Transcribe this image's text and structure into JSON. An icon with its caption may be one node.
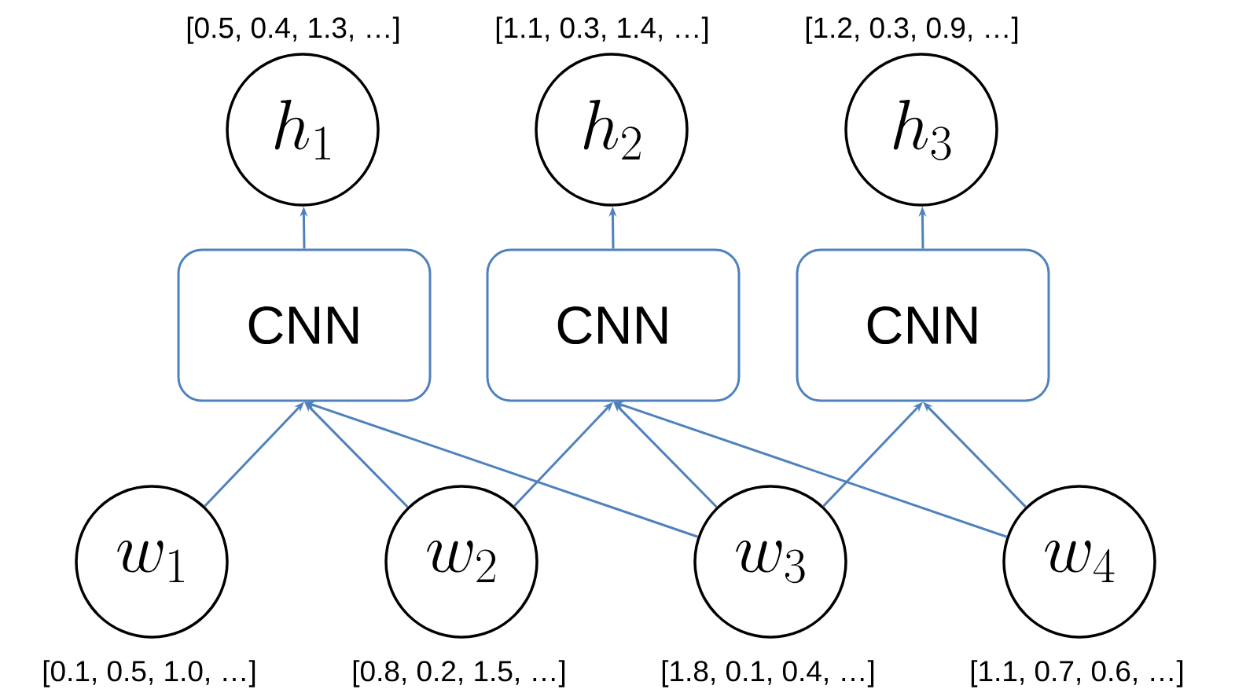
{
  "diagram": {
    "nodes": [
      {
        "text": [
          "h_1"
        ],
        "beside": [
          "[0.5, 0.4, 1.3, …]"
        ]
      },
      {
        "text": [
          "h_2"
        ],
        "beside": [
          "[1.1, 0.3, 1.4, …]"
        ]
      },
      {
        "text": [
          "h_3"
        ],
        "beside": [
          "[1.2, 0.3, 0.9, …]"
        ]
      },
      {
        "text": [
          "CNN"
        ]
      },
      {
        "text": [
          "CNN"
        ]
      },
      {
        "text": [
          "CNN"
        ]
      },
      {
        "text": [
          "w_1"
        ],
        "beside": [
          "[0.1, 0.5, 1.0, …]"
        ]
      },
      {
        "text": [
          "w_2"
        ],
        "beside": [
          "[0.8, 0.2, 1.5, …]"
        ]
      },
      {
        "text": [
          "w_3"
        ],
        "beside": [
          "[1.8, 0.1, 0.4, …]"
        ]
      },
      {
        "text": [
          "w_4"
        ],
        "beside": [
          "[1.1, 0.7, 0.6, …]"
        ]
      }
    ],
    "edges": [
      {
        "from": 3,
        "to": 0,
        "arrow": "to"
      },
      {
        "from": 4,
        "to": 1,
        "arrow": "to"
      },
      {
        "from": 5,
        "to": 2,
        "arrow": "to"
      },
      {
        "from": 6,
        "to": 3,
        "arrow": "to"
      },
      {
        "from": 7,
        "to": 3,
        "arrow": "to"
      },
      {
        "from": 8,
        "to": 3,
        "arrow": "to"
      },
      {
        "from": 7,
        "to": 4,
        "arrow": "to"
      },
      {
        "from": 8,
        "to": 4,
        "arrow": "to"
      },
      {
        "from": 9,
        "to": 4,
        "arrow": "to"
      },
      {
        "from": 8,
        "to": 5,
        "arrow": "to"
      },
      {
        "from": 9,
        "to": 5,
        "arrow": "to"
      }
    ]
  }
}
